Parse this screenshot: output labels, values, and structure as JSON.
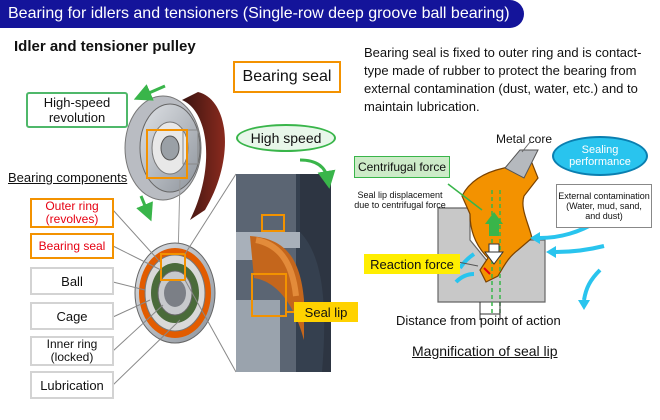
{
  "header": {
    "title": "Bearing for idlers and tensioners (Single-row deep groove ball bearing)"
  },
  "left": {
    "heading": "Idler and tensioner pulley",
    "high_speed_revolution": "High-speed revolution",
    "components_label": "Bearing components",
    "components": [
      {
        "label": "Outer ring (revolves)"
      },
      {
        "label": "Bearing seal"
      },
      {
        "label": "Ball"
      },
      {
        "label": "Cage"
      },
      {
        "label": "Inner ring (locked)"
      },
      {
        "label": "Lubrication"
      }
    ]
  },
  "middle": {
    "bearing_seal_label": "Bearing seal",
    "high_speed": "High speed",
    "seal_lip": "Seal lip"
  },
  "right": {
    "description": "Bearing seal is fixed to outer ring and is contact-type made of rubber to protect the bearing from external contamination (dust, water, etc.) and to maintain lubrication.",
    "metal_core": "Metal core",
    "sealing_performance": "Sealing performance",
    "centrifugal_force": "Centrifugal force",
    "seal_lip_displacement": "Seal lip displacement due to centrifugal force",
    "external_contamination": "External contamination (Water, mud, sand, and dust)",
    "reaction_force": "Reaction force",
    "distance_label": "Distance from point of action",
    "magnification_label": "Magnification of seal lip"
  },
  "colors": {
    "title_bg": "#14149a",
    "orange": "#f39200",
    "green": "#39b54a",
    "cyan": "#29c4ee",
    "yellow": "#ffee00"
  }
}
